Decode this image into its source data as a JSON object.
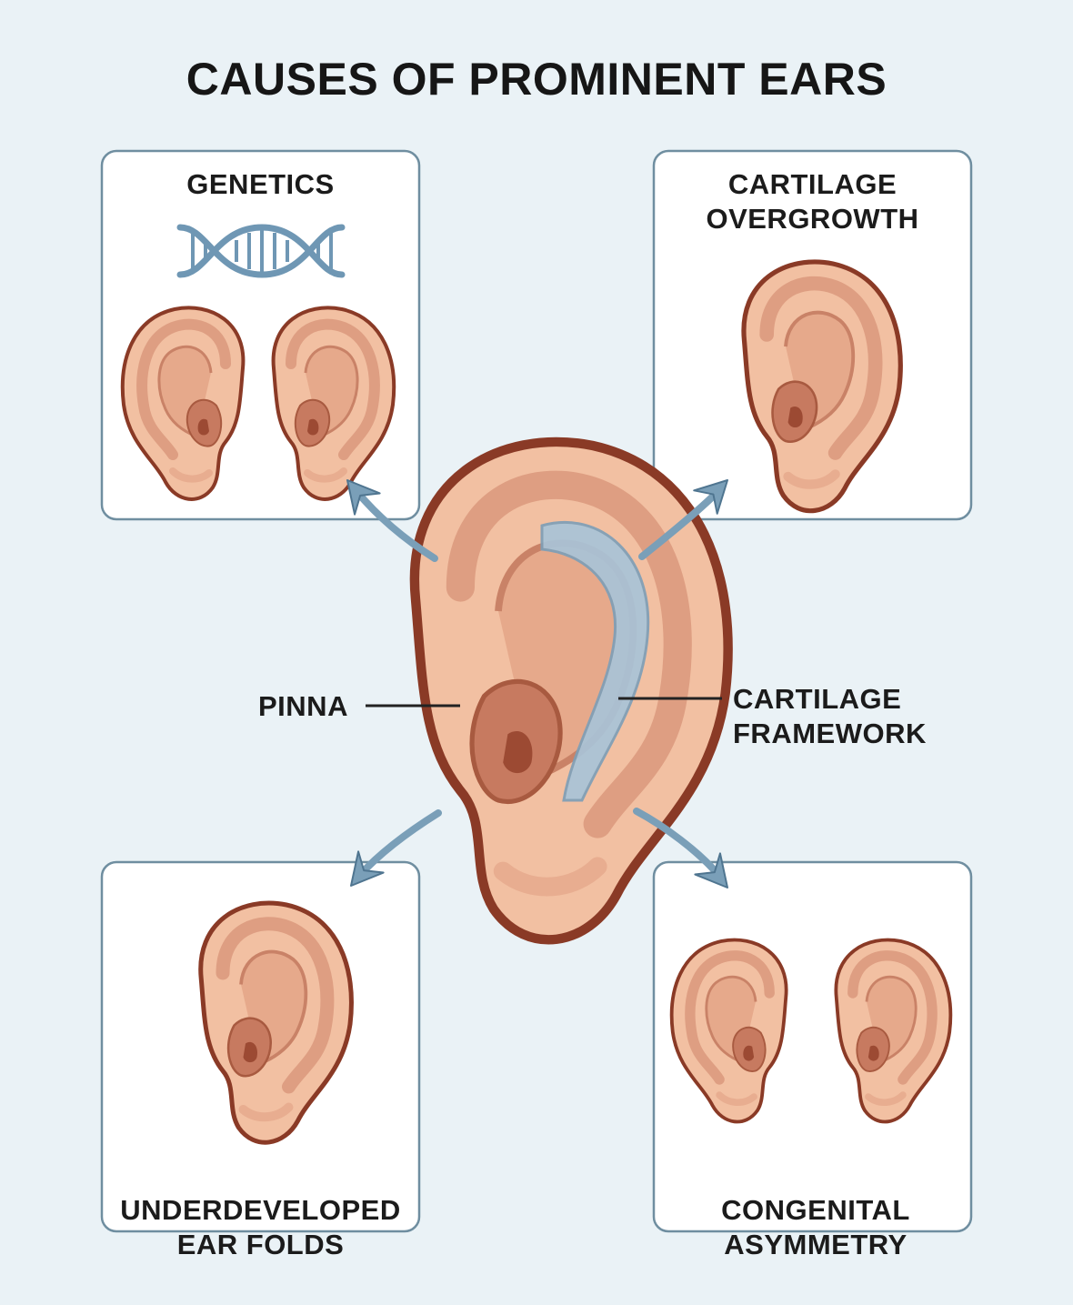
{
  "title": "CAUSES OF PROMINENT EARS",
  "causes": {
    "genetics": {
      "label": "GENETICS"
    },
    "cartilage_overgrowth": {
      "line1": "CARTILAGE",
      "line2": "OVERGROWTH"
    },
    "underdeveloped_folds": {
      "line1": "UNDERDEVELOPED",
      "line2": "EAR FOLDS"
    },
    "congenital_asymmetry": {
      "line1": "CONGENITAL",
      "line2": "ASYMMETRY"
    }
  },
  "anatomy": {
    "pinna": "PINNA",
    "cartilage_framework": {
      "line1": "CARTILAGE",
      "line2": "FRAMEWORK"
    }
  },
  "icons": {
    "dna": "dna-helix-icon",
    "ear": "ear-illustration",
    "arrow": "curved-arrow"
  },
  "colors": {
    "background": "#eaf2f6",
    "panel_border": "#6f8ea0",
    "skin": "#f2c0a2",
    "skin_inner": "#de9e82",
    "ear_outline": "#8a3a26",
    "cartilage": "#a9c4d8",
    "arrow": "#7a9fb8",
    "dna": "#6f97b4"
  }
}
